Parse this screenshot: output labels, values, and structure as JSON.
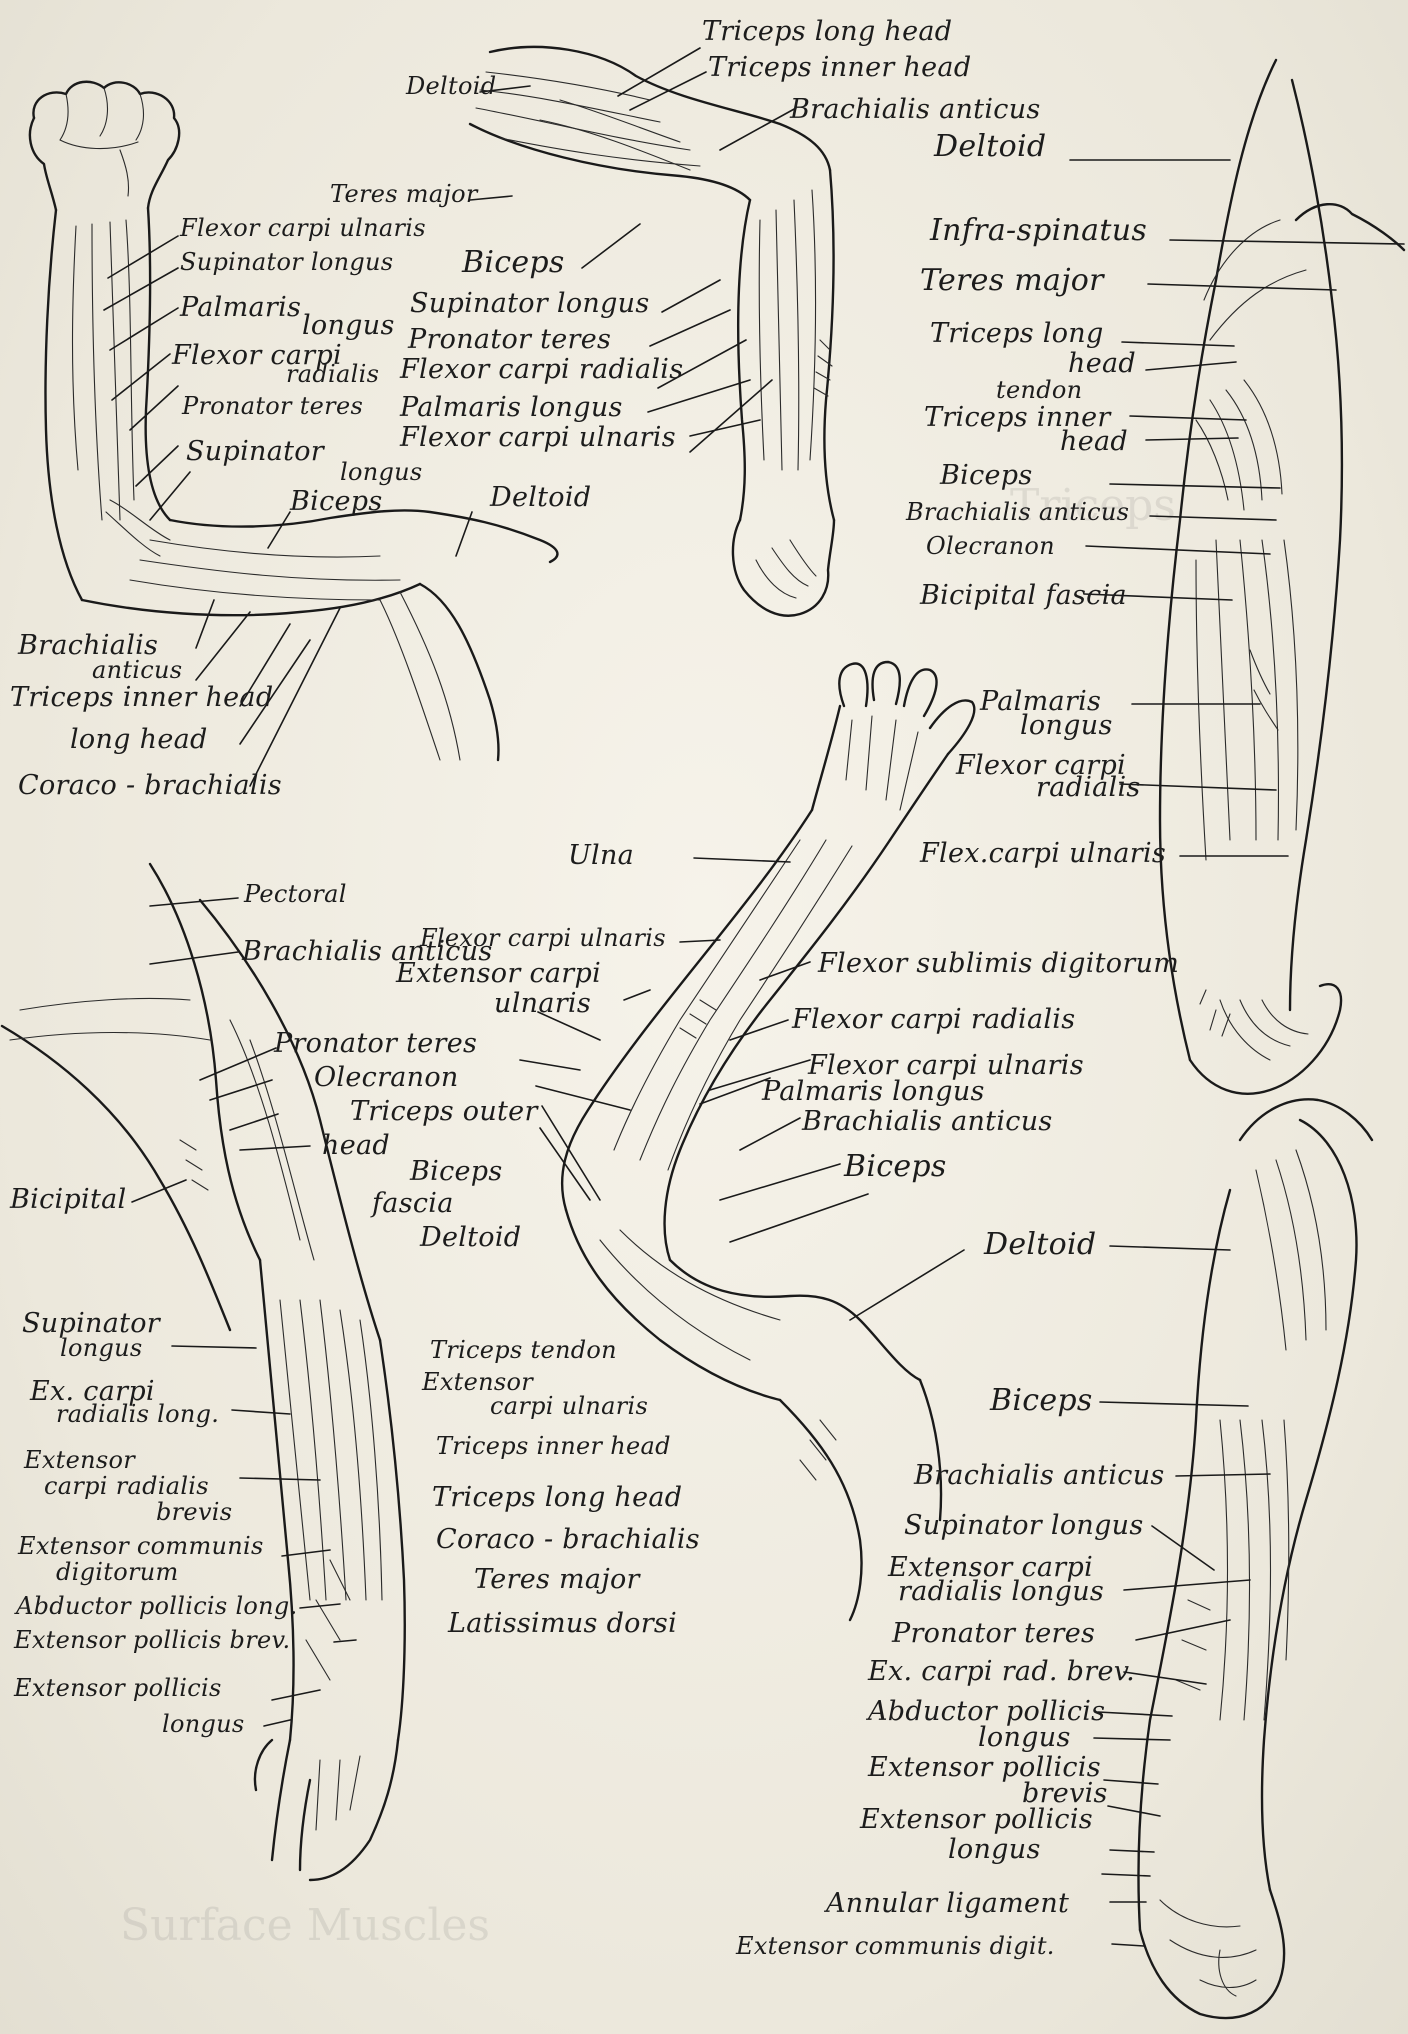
{
  "figure": {
    "title": "",
    "labels": [
      "Triceps long head",
      "Triceps inner head",
      "Deltoid",
      "Brachialis anticus",
      "Teres major",
      "Biceps",
      "Supinator longus",
      "Pronator teres",
      "Flexor carpi radialis",
      "Palmaris longus",
      "Flexor carpi ulnaris",
      "Flexor carpi ulnaris",
      "Supinator longus",
      "Palmaris",
      "longus",
      "Flexor carpi",
      "radialis",
      "Pronator teres",
      "Supinator",
      "longus",
      "Biceps",
      "Deltoid",
      "Brachialis",
      "anticus",
      "Triceps inner head",
      "long head",
      "Coraco - brachialis",
      "Deltoid",
      "Infra-spinatus",
      "Teres major",
      "Triceps long",
      "head",
      "tendon",
      "Triceps inner",
      "head",
      "Biceps",
      "Brachialis anticus",
      "Olecranon",
      "Bicipital fascia",
      "Palmaris",
      "longus",
      "Flexor carpi",
      "radialis",
      "Flex.carpi ulnaris",
      "Ulna",
      "Flexor carpi ulnaris",
      "Extensor carpi",
      "ulnaris",
      "Flexor sublimis digitorum",
      "Flexor carpi radialis",
      "Flexor carpi ulnaris",
      "Palmaris longus",
      "Brachialis anticus",
      "Biceps",
      "Deltoid",
      "Pectoral",
      "Brachialis anticus",
      "Pronator teres",
      "Olecranon",
      "Triceps outer",
      "head",
      "Biceps",
      "Bicipital",
      "fascia",
      "Deltoid",
      "Supinator",
      "longus",
      "Ex. carpi",
      "radialis long.",
      "Extensor",
      "carpi radialis",
      "brevis",
      "Extensor communis",
      "digitorum",
      "Abductor pollicis long.",
      "Extensor pollicis brev.",
      "Extensor pollicis",
      "longus",
      "Triceps tendon",
      "Extensor",
      "carpi ulnaris",
      "Triceps inner head",
      "Triceps long head",
      "Coraco - brachialis",
      "Teres major",
      "Latissimus dorsi",
      "Biceps",
      "Brachialis anticus",
      "Supinator longus",
      "Extensor carpi",
      "radialis longus",
      "Pronator teres",
      "Ex. carpi rad. brev.",
      "Abductor pollicis",
      "longus",
      "Extensor pollicis",
      "brevis",
      "Extensor pollicis",
      "longus",
      "Annular ligament",
      "Extensor communis digit."
    ]
  },
  "colors": {
    "ink": "#1c1c1c",
    "paper": "#f1eee4"
  }
}
